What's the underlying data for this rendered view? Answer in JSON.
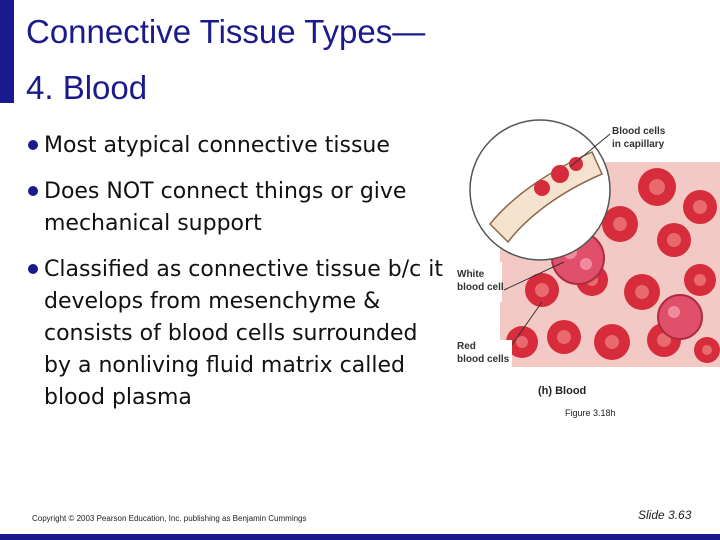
{
  "title": {
    "line1": "Connective Tissue Types—",
    "line2": "4.  Blood"
  },
  "bullets": [
    "Most atypical connective tissue",
    "Does NOT connect things or give mechanical support",
    "Classified as connective tissue b/c it develops from mesenchyme & consists of blood cells surrounded by a nonliving fluid matrix called blood plasma"
  ],
  "figure": {
    "label_capillary_1": "Blood cells",
    "label_capillary_2": "in capillary",
    "label_wbc_1": "White",
    "label_wbc_2": "blood cell",
    "label_rbc_1": "Red",
    "label_rbc_2": "blood cells",
    "caption": "(h) Blood",
    "reference": "Figure 3.18h"
  },
  "footer": {
    "copyright": "Copyright © 2003 Pearson Education, Inc. publishing as Benjamin Cummings",
    "slide": "Slide  3.63"
  },
  "colors": {
    "accent": "#1a1a8c",
    "cell_red": "#d62c3c",
    "plasma": "#f3c9c6"
  }
}
